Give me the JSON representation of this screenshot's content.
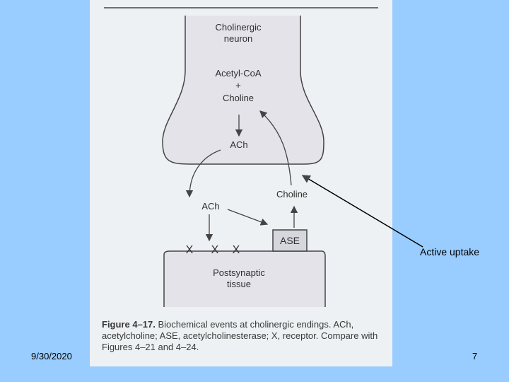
{
  "figure": {
    "neuron_title_line1": "Cholinergic",
    "neuron_title_line2": "neuron",
    "acetyl_coa": "Acetyl-CoA",
    "plus": "+",
    "choline_in_neuron": "Choline",
    "ach_in_neuron": "ACh",
    "ach_in_cleft": "ACh",
    "choline_in_cleft": "Choline",
    "ase_box": "ASE",
    "receptor_marks": [
      "X",
      "X",
      "X"
    ],
    "tissue_line1": "Postsynaptic",
    "tissue_line2": "tissue",
    "caption_prefix": "Figure 4–17.",
    "caption_text": "Biochemical events at cholinergic endings. ACh, acetylcholine; ASE, acetylcholinesterase; X, receptor. Compare with Figures 4–21 and 4–24."
  },
  "annotation": {
    "label": "Active uptake"
  },
  "footer": {
    "date": "9/30/2020",
    "page_number": "7"
  }
}
